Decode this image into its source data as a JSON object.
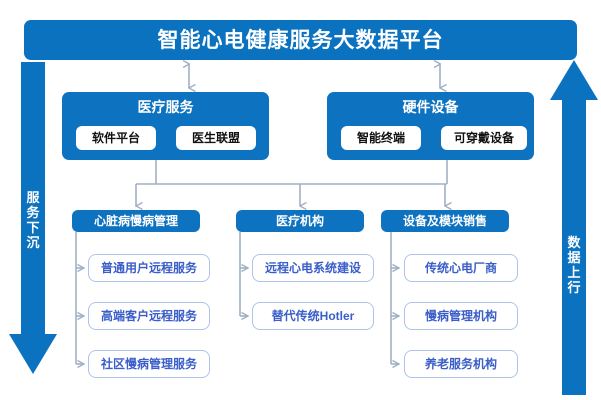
{
  "title": {
    "text": "智能心电健康服务大数据平台"
  },
  "panels": [
    {
      "name": "medical-service",
      "title": "医疗服务",
      "chips": [
        "软件平台",
        "医生联盟"
      ]
    },
    {
      "name": "hardware-device",
      "title": "硬件设备",
      "chips": [
        "智能终端",
        "可穿戴设备"
      ]
    }
  ],
  "categories": [
    {
      "name": "cardiac-chronic-disease-management",
      "title": "心脏病慢病管理",
      "leaves": [
        "普通用户远程服务",
        "高端客户远程服务",
        "社区慢病管理服务"
      ]
    },
    {
      "name": "medical-institution",
      "title": "医疗机构",
      "leaves": [
        "远程心电系统建设",
        "替代传统Hotler"
      ]
    },
    {
      "name": "device-module-sales",
      "title": "设备及模块销售",
      "leaves": [
        "传统心电厂商",
        "慢病管理机构",
        "养老服务机构"
      ]
    }
  ],
  "side_arrows": {
    "left": {
      "label": "服务下沉",
      "chars": [
        "服",
        "务",
        "下",
        "沉"
      ],
      "direction": "down"
    },
    "right": {
      "label": "数据上行",
      "chars": [
        "数",
        "据",
        "上",
        "行"
      ],
      "direction": "up"
    }
  },
  "colors": {
    "brand_blue": "#0b72c0",
    "panel_blue": "#0d72bf",
    "leaf_text": "#3b5ec8",
    "leaf_border": "#aec4e8",
    "connector_gray": "#9fb0c4",
    "background": "#ffffff"
  }
}
